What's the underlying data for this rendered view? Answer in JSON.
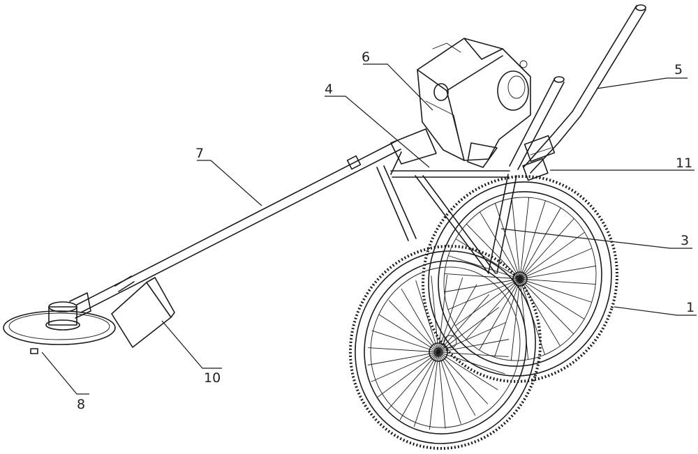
{
  "callouts": [
    {
      "id": "1",
      "text": "1"
    },
    {
      "id": "3",
      "text": "3"
    },
    {
      "id": "4",
      "text": "4"
    },
    {
      "id": "5",
      "text": "5"
    },
    {
      "id": "6",
      "text": "6"
    },
    {
      "id": "7",
      "text": "7"
    },
    {
      "id": "8",
      "text": "8"
    },
    {
      "id": "10",
      "text": "10"
    },
    {
      "id": "11",
      "text": "11"
    }
  ],
  "colors": {
    "line": "#1a1a1a",
    "background": "#ffffff"
  }
}
